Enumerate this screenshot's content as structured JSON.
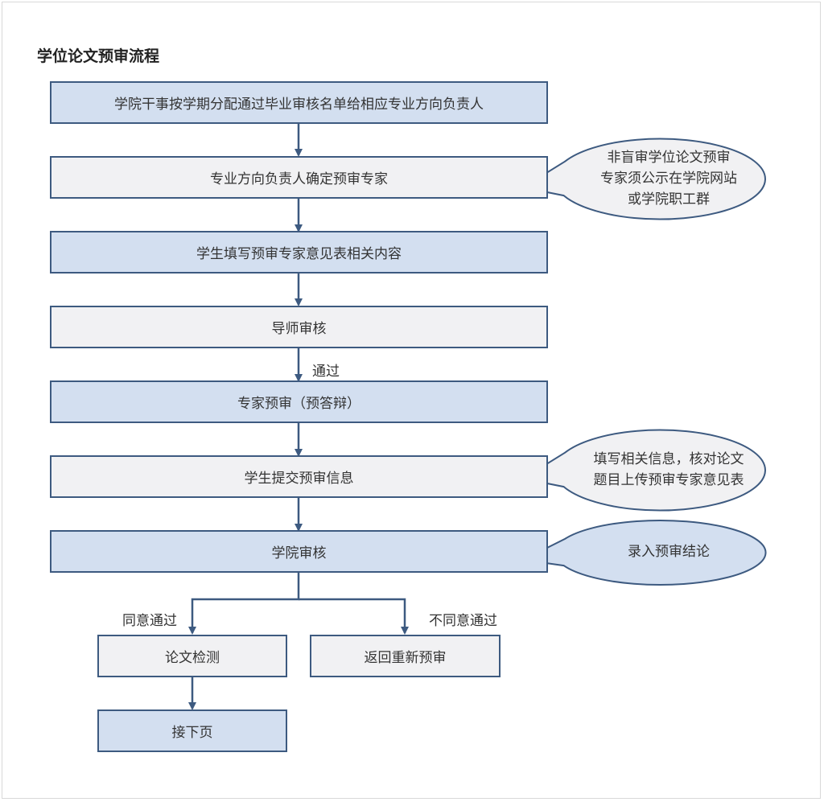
{
  "title": "学位论文预审流程",
  "steps": [
    "学院干事按学期分配通过毕业审核名单给相应专业方向负责人",
    "专业方向负责人确定预审专家",
    "学生填写预审专家意见表相关内容",
    "导师审核",
    "专家预审（预答辩）",
    "学生提交预审信息",
    "学院审核"
  ],
  "branches": {
    "pass_label": "同意通过",
    "fail_label": "不同意通过",
    "pass_box": "论文检测",
    "fail_box": "返回重新预审",
    "next_box": "接下页"
  },
  "edge_label_pass": "通过",
  "notes": {
    "n1": [
      "非盲审学位论文预审",
      "专家须公示在学院网站",
      "或学院职工群"
    ],
    "n2": [
      "填写相关信息，核对论文",
      "题目上传预审专家意见表"
    ],
    "n3": [
      "录入预审结论"
    ]
  },
  "colors": {
    "stroke": "#3d5a80",
    "blue_fill": "#d3dff0",
    "gray_fill": "#f1f1f3"
  }
}
